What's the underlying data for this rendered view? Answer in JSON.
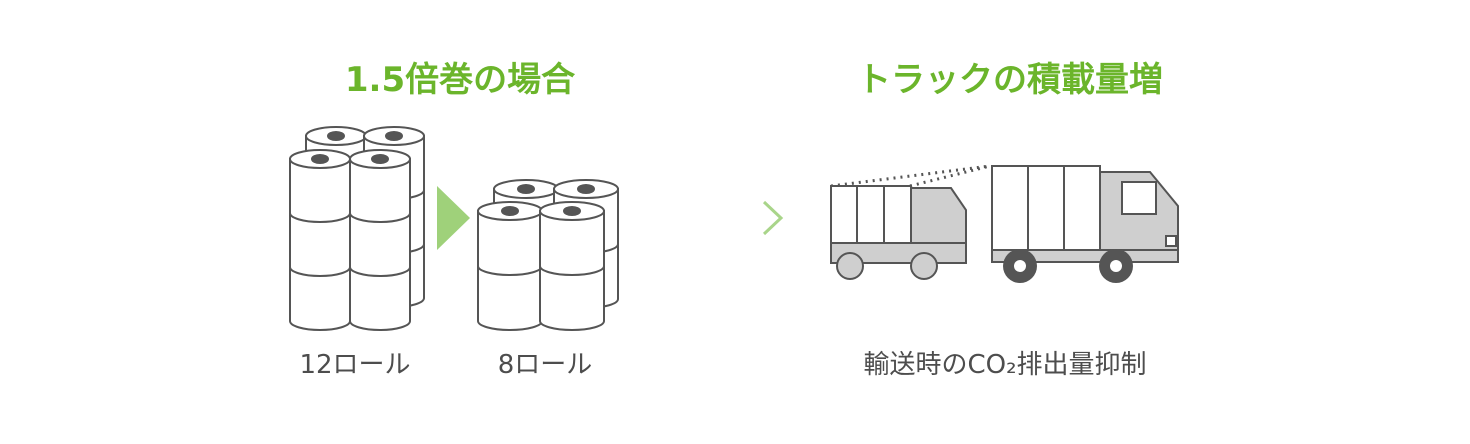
{
  "headings": {
    "left": "1.5倍巻の場合",
    "right": "トラックの積載量増"
  },
  "captions": {
    "rolls_12": "12ロール",
    "rolls_8": "8ロール",
    "co2": "輸送時のCO₂排出量抑制"
  },
  "colors": {
    "accent_green": "#6bb52b",
    "chevron_green": "#9fd17a",
    "arrow_green": "#b8dc9c",
    "outline_gray": "#555555",
    "fill_gray": "#cfcfcf",
    "text_gray": "#4d4d4d"
  },
  "icons": [
    "toilet-roll-pack-12-icon",
    "chevron-right-icon",
    "toilet-roll-pack-8-icon",
    "right-arrow-icon",
    "small-truck-icon",
    "large-truck-icon"
  ]
}
